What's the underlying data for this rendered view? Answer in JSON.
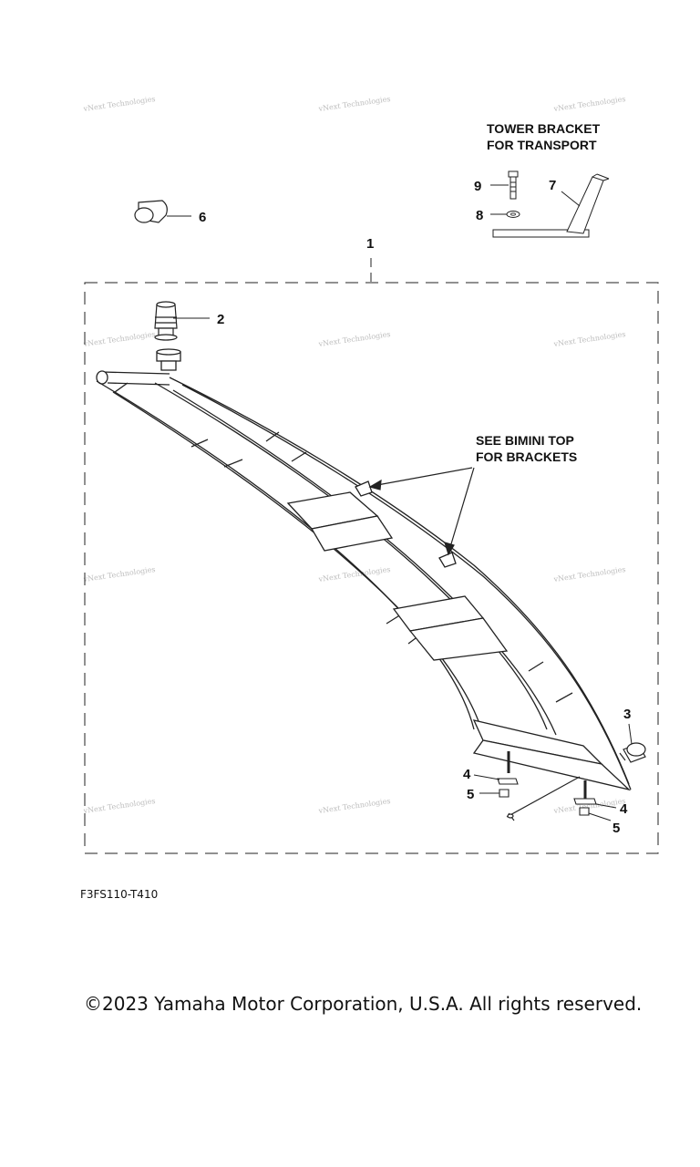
{
  "labels": {
    "transport_line1": "TOWER BRACKET",
    "transport_line2": "FOR TRANSPORT",
    "bimini_line1": "SEE BIMINI TOP",
    "bimini_line2": "FOR BRACKETS"
  },
  "callouts": {
    "p1": "1",
    "p2": "2",
    "p3": "3",
    "p4a": "4",
    "p4b": "4",
    "p5a": "5",
    "p5b": "5",
    "p6": "6",
    "p7": "7",
    "p8": "8",
    "p9": "9"
  },
  "watermark": "vNext Technologies",
  "diagram_code": "F3FS110-T410",
  "copyright": "©2023 Yamaha Motor Corporation, U.S.A. All rights reserved."
}
